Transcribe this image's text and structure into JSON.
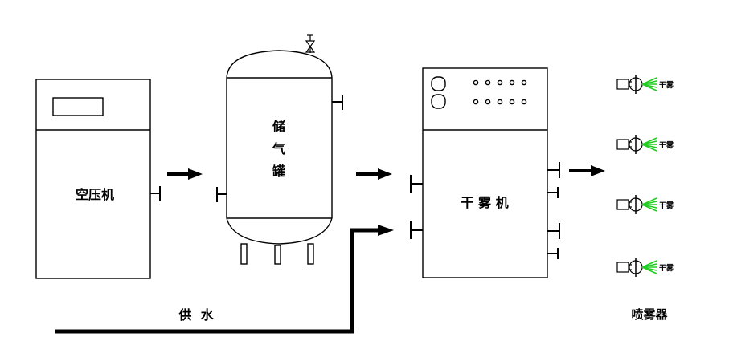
{
  "labels": {
    "compressor": "空压机",
    "tank": [
      "储",
      "气",
      "罐"
    ],
    "dry_fog": "干 雾 机",
    "water_supply": "供  水",
    "sprayer": "喷雾器",
    "nozzle_tag": "干雾"
  },
  "colors": {
    "line": "#000000",
    "spray": "#22cc22",
    "background": "#ffffff"
  },
  "nozzle_count": 4
}
